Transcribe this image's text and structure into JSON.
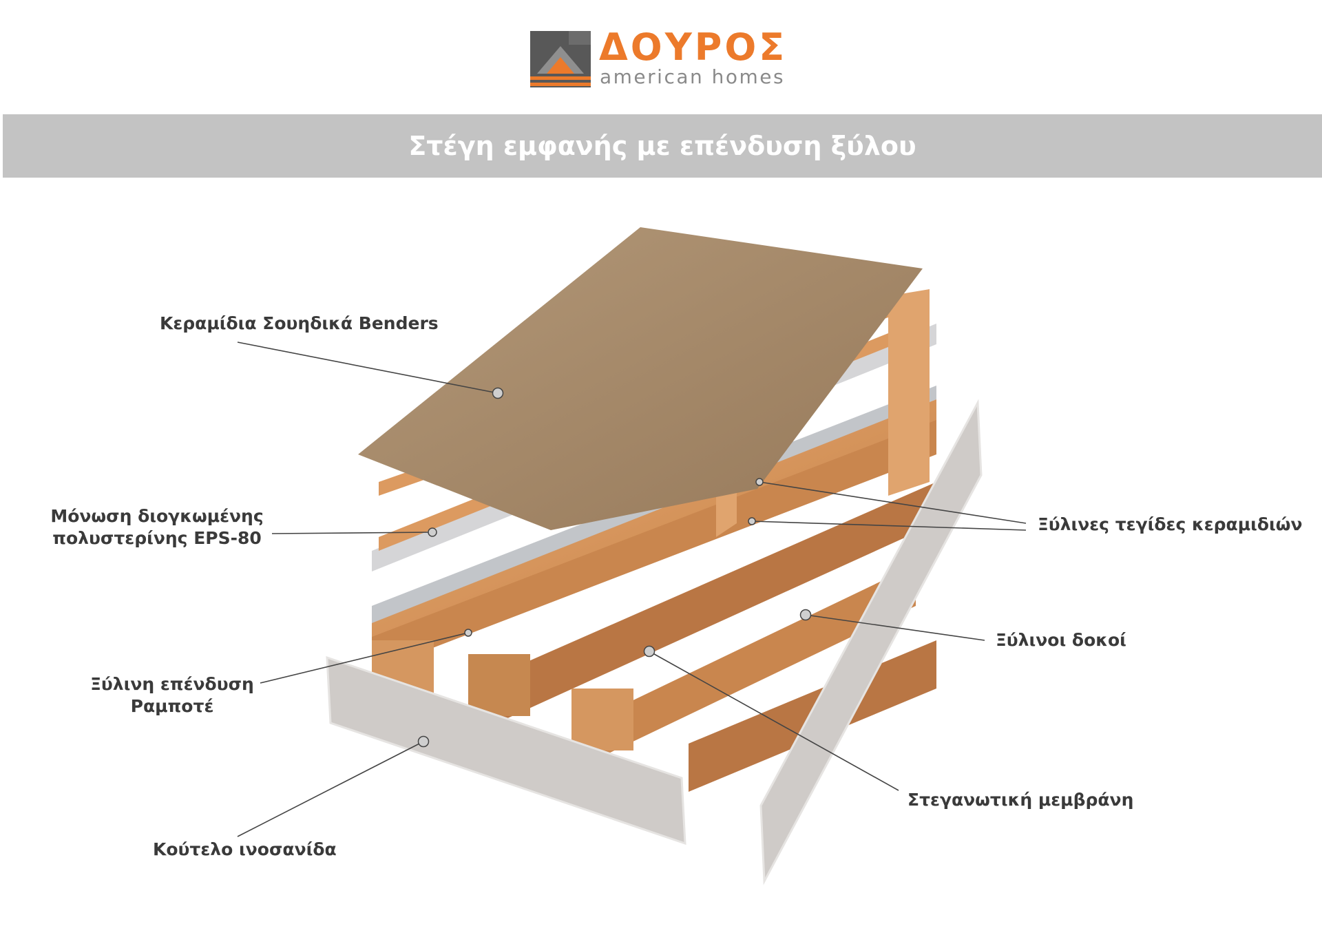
{
  "brand": {
    "name": "ΔΟΥΡΟΣ",
    "tagline": "american homes",
    "accent_color": "#ec7a2b",
    "logo_dark_color": "#555555"
  },
  "banner": {
    "title": "Στέγη εμφανής με επένδυση ξύλου",
    "background_color": "#c3c3c3"
  },
  "labels": {
    "tiles": "Κεραμίδια Σουηδικά Benders",
    "insulation_line1": "Μόνωση διογκωμένης",
    "insulation_line2": "πολυστερίνης EPS-80",
    "cladding_line1": "Ξύλινη επένδυση",
    "cladding_line2": "Ραμποτέ",
    "osb": "Κούτελο ινοσανίδα",
    "battens": "Ξύλινες τεγίδες κεραμιδιών",
    "beams": "Ξύλινοι δοκοί",
    "membrane": "Στεγανωτική μεμβράνη"
  },
  "colors": {
    "tile": "#a68a6a",
    "wood": "#d9955a",
    "insulation": "#d5d5d7",
    "membrane": "#c2c5c9",
    "board": "#cfcbc8"
  }
}
